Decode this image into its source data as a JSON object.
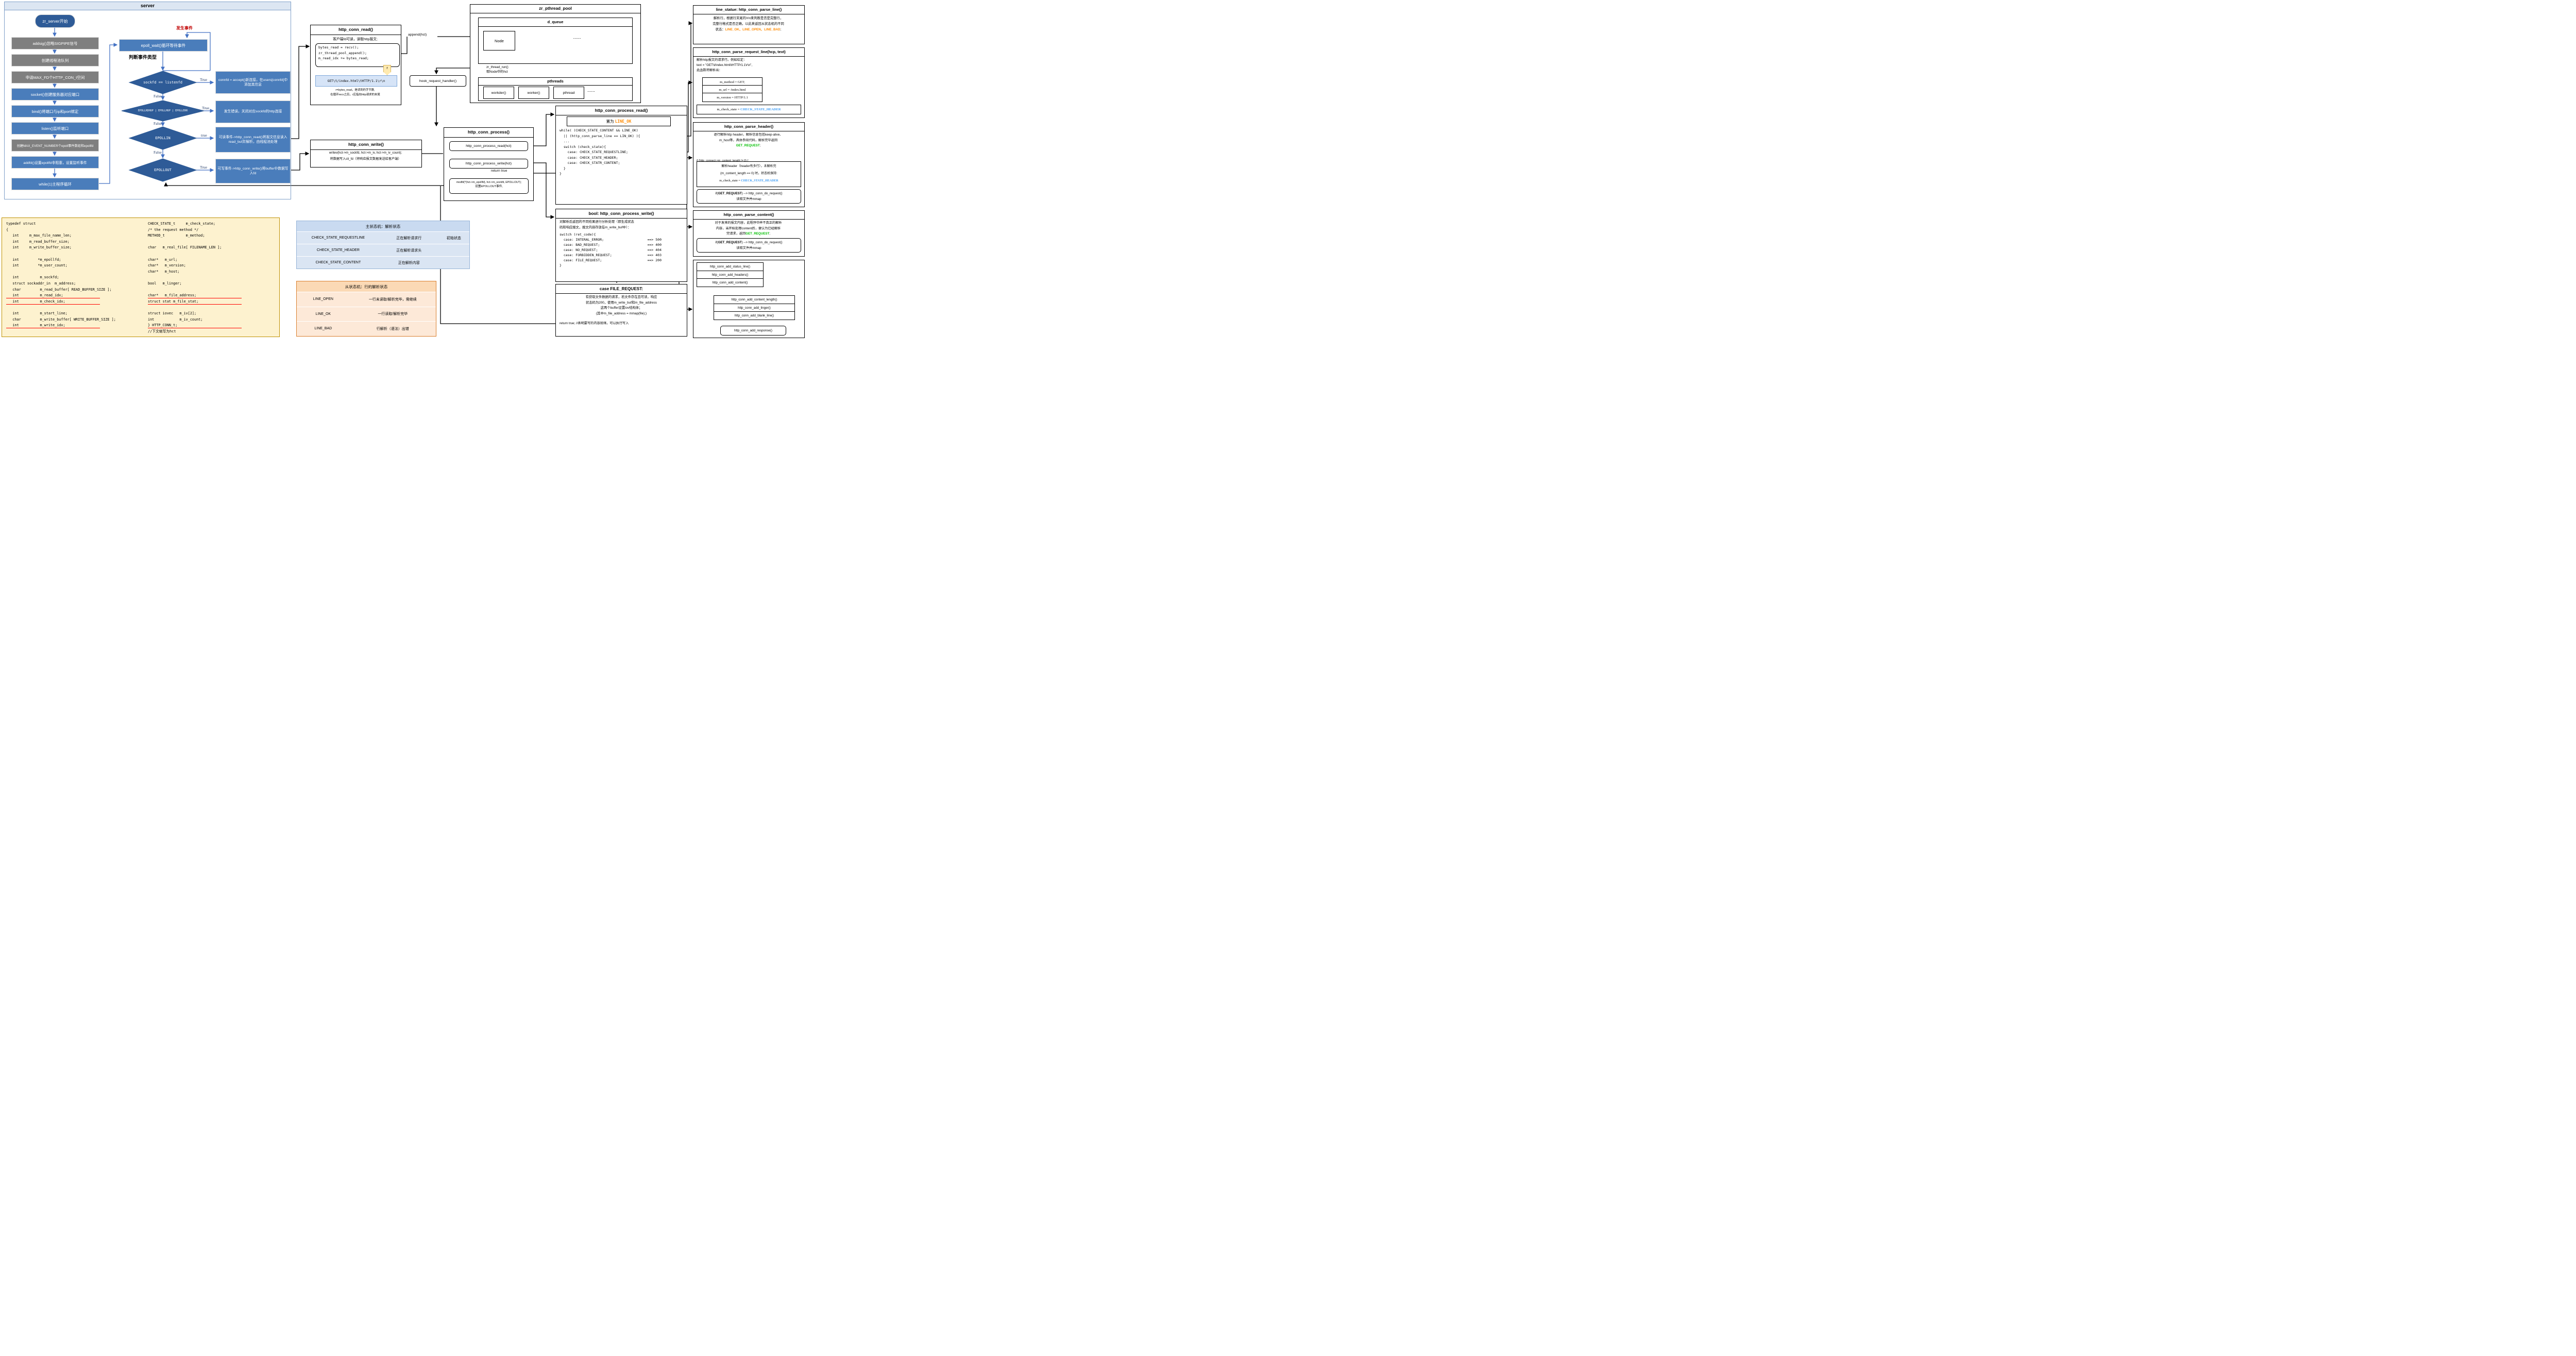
{
  "colors": {
    "accent_blue": "#4472C4",
    "diamond_navy": "#2E5B97",
    "step_gray": "#7F7F7F",
    "orange": "#FF8A00",
    "green": "#00BF00",
    "state_blue": "#3B9BF5",
    "red": "#C00000",
    "struct_bg": "#FDF2CF"
  },
  "server": {
    "title": "server",
    "start": "zr_server开始",
    "steps": [
      {
        "t": "addsig()忽略SIGPIPE信号",
        "style": "gray"
      },
      {
        "t": "创建线程池队列",
        "style": "gray"
      },
      {
        "t": "申请MAX_FD个HTTP_CON_t空间",
        "style": "gray"
      },
      {
        "t": "socket()创建服务器对应端口",
        "style": "blue"
      },
      {
        "t": "bind()将端口与ip和port绑定",
        "style": "blue"
      },
      {
        "t": "listen()监听端口",
        "style": "blue"
      },
      {
        "t": "创建MAX_EVENT_NUMBER个epoll事件数组和epollfd",
        "style": "gray"
      },
      {
        "t": "addfd()设置epollfd非阻塞，设置监听事件",
        "style": "blue"
      },
      {
        "t": "while(1)主程序循环",
        "style": "blue"
      }
    ],
    "event_label": "发生事件",
    "epoll_wait": "epoll_wait()循环等待事件",
    "judge_label": "判断事件类型",
    "diamonds": [
      "sockfd == listenfd",
      "EPOLLRDHUP | EPOLLHUP | EPOLLERR",
      "EPOLLIN",
      "EPOLLOUT"
    ],
    "false_labels": [
      "False",
      "False",
      "False"
    ],
    "true_labels": [
      "True",
      "True",
      "true",
      "True"
    ],
    "true_boxes": [
      "connfd = accept()新连接，在users[connfd]中添加其信息",
      "发生错误，关闭对应sockfd的http连接",
      "可读事件->http_conn_read()将报文信息读入read_buf并解析，由线程池处理",
      "可写事件->http_conn_write()将buffer中数据写入fd"
    ]
  },
  "http_conn_read": {
    "title": "http_conn_read()",
    "line1": "客户端fd可读，读取http报文;",
    "code": [
      "bytes_read = recv();",
      "zr_thread_pool_append();",
      "m_read_idx += bytes_read;"
    ],
    "tag": "r",
    "request": "GET\\t/index.html\\tHTTP/1.1\\r\\n",
    "cap1": "r=bytes_read，是读到的字节数,",
    "cap2": "在循环recv之后，r应指向http请求的末尾"
  },
  "labels": {
    "append": "append(hct)",
    "return_true": "return true",
    "run1": "zr_thread_run()",
    "run2": "取Node中的hct"
  },
  "pool": {
    "title": "zr_pthread_pool",
    "queue": "d_queue",
    "node": "Node",
    "dots1": "......",
    "pthreads": "pthreads",
    "workers": [
      "workder()",
      "worker()",
      "pthread"
    ],
    "dots2": "......"
  },
  "hook": "hook_request_handler()",
  "process": {
    "title": "http_conn_process()",
    "read_btn": "http_conn_process_read(hct)",
    "write_btn": "http_conn_process_write(hct)",
    "modfd1": "modfd(*(hct->m_epollfd), hct->m_sockfd, EPOLLOUT);",
    "modfd2": "设置EPOLLOUT事件,"
  },
  "process_read": {
    "title": "http_conn_process_read()",
    "set_prefix": "置为 ",
    "set_state": "LINE_OK",
    "code": [
      "while( (CHECK_STATE_CONTENT && LINE_OK)",
      "  || (http_conn_parse_line == LIN_OK) ){",
      "  ...",
      "  switch (check_state){",
      "    case: CHECK_STATE_REQUESTLINE;",
      "    case: CHECK_STATE_HEADER;",
      "    case: CHECK_STATR_CONTENT;",
      "  }",
      "}"
    ]
  },
  "process_write": {
    "title": "bool: http_conn_process_write()",
    "desc1": "对解析后返回的不同结果进行分析处理（即生成状态",
    "desc2": "码和响应报文，报文内容存放在m_write_buf中）：",
    "sw_open": "switch (ret_code){",
    "cases": [
      {
        "c": "  case: INTERAL_ERROR;",
        "r": "==> 500"
      },
      {
        "c": "  case: BAD_REQUEST;",
        "r": "==> 400"
      },
      {
        "c": "  case: NO_REQUEST;",
        "r": "==> 404"
      },
      {
        "c": "  case: FORBIDDEN_REQUEST;",
        "r": "==> 403"
      },
      {
        "c": "  case: FILE_REQUEST;",
        "r": "==> 200"
      }
    ],
    "sw_close": "}"
  },
  "file_request": {
    "title": "case FILE_REQUEST:",
    "body": [
      "有获取文件数据的请求，若文件存在且可读，响应",
      "状态码为200，使用m_write_buf和m_file_address",
      "这两个buffer设置iov结构体；",
      "(其中m_file_address = mmap(file);)"
    ],
    "ret": "return true; //表明要写的内容就绪，可以执行写入"
  },
  "http_conn_write": {
    "title": "http_conn_write()",
    "l1": "writev(hct->m_sockfd, hct->m_iv, hct->m_iv_count);",
    "l2": "将数据写入cli_fd（将响应报文数据发送给客户端）"
  },
  "parse_line": {
    "title": "line_statue: http_conn_parse_line()",
    "p1": "解析行，根据行末尾的\\r\\n来判断是否是完整行，",
    "p2": "完整行格式是否正确，以此来返回从状态机的不同",
    "p3a": "状态：",
    "states": "LINE_OK、LINE_OPEN、LINE_BAD",
    "p3b": ";"
  },
  "parse_request_line": {
    "title": "http_conn_parse_request_line(hcp, text)",
    "l1": "解析http报文的请求行。例如给定：",
    "l2": "text = \"GET\\t/index.html\\tHTTP/1.1\\r\\n\",",
    "l3": "此函数将解析出：",
    "f1": "m_method = GET;",
    "f2": "m_url = /index.html",
    "f3": "m_version = HTTP/1.1",
    "f4a": "m_check_state = ",
    "f4b": "CHECK_STATE_HEADER"
  },
  "parse_header": {
    "title": "http_conn_parse_header()",
    "l1": "逐行解析http header，解析信息包括keep-alive、",
    "l2": "m_host等，具体参阅代码，解析完毕返回",
    "l3a": "GET_REQUEST",
    "l3b": ";",
    "if1": "if (http_connect->m_content_length != 0) {",
    "if2a": "  http_connect->m_check_state = ",
    "if2b": "CHECK_STATE_CONETNT",
    "if2c": ";",
    "inner1": "解析header（header有多行），未解析完",
    "inner2": "(m_content_length == 0) 时，状态机保持:",
    "inner3a": "m_check_state = ",
    "inner3b": "CHECK_STATE_HEADER",
    "do1a": "if(",
    "do1b": "GET_REQUEST",
    "do1c": ") --> http_conn_do_request()",
    "do2": "读取文件并mmap"
  },
  "parse_content": {
    "title": "http_conn_parse_content()",
    "l1": "对于发来的报文内容，此程序中并不真正的解析",
    "l2": "内容，当开始处理content后，便认为已经解析",
    "l3a": "完请求，返回",
    "l3b": "GET_REQUEST",
    "l3c": ";",
    "do1a": "if(",
    "do1b": "GET_REQUEST",
    "do1c": ") --> http_conn_do_request()",
    "do2": "读取文件并mmap"
  },
  "adders": {
    "list1": [
      "http_conn_add_status_line()",
      "http_conn_add_headers()",
      "http_conn_add_content()"
    ],
    "list2": [
      "http_conn_add_content_length()",
      "http_conn_add_linger()",
      "http_conn_add_blank_line()"
    ],
    "response": "http_conn_add_response()"
  },
  "struct_box": {
    "left": [
      {
        "t": "typedef struct"
      },
      {
        "t": "{"
      },
      {
        "t": "   int     m_max_file_name_len;"
      },
      {
        "t": "   int     m_read_buffer_size;"
      },
      {
        "t": "   int     m_write_buffer_size;"
      },
      {
        "t": ""
      },
      {
        "t": "   int         *m_epollfd;"
      },
      {
        "t": "   int         *m_user_count;"
      },
      {
        "t": ""
      },
      {
        "t": "   int          m_sockfd;"
      },
      {
        "t": "   struct sockaddr_in  m_address;"
      },
      {
        "t": "   char         m_read_buffer[ READ_BUFFER_SIZE ];"
      },
      {
        "t": "   int          m_read_idx;",
        "u": true
      },
      {
        "t": "   int          m_check_idx;",
        "u": true
      },
      {
        "t": ""
      },
      {
        "t": "   int          m_start_line;"
      },
      {
        "t": "   char         m_write_buffer[ WRITE_BUFFER_SIZE ];"
      },
      {
        "t": "   int          m_write_idx;",
        "u": true
      }
    ],
    "right": [
      {
        "t": "CHECK_STATE_t     m_check_state;"
      },
      {
        "t": "/* the request method */"
      },
      {
        "t": "METHOD_t          m_method;"
      },
      {
        "t": ""
      },
      {
        "t": "char   m_real_file[ FILENAME_LEN ];"
      },
      {
        "t": ""
      },
      {
        "t": "char*   m_url;"
      },
      {
        "t": "char*   m_version;"
      },
      {
        "t": "char*   m_host;"
      },
      {
        "t": ""
      },
      {
        "t": "bool   m_linger;"
      },
      {
        "t": ""
      },
      {
        "t": "char*   m_file_address;",
        "u": true
      },
      {
        "t": "struct stat m_file_stat;",
        "u": true
      },
      {
        "t": ""
      },
      {
        "t": "struct iovec   m_iv[2];"
      },
      {
        "t": "int            m_iv_count;"
      },
      {
        "t": "} HTTP_CONN_t;",
        "u": true
      },
      {
        "t": "//下文缩写为hct"
      }
    ]
  },
  "tables": {
    "main": {
      "title": "主状态机：解析状态",
      "rows": [
        [
          "CHECK_STATE_REQUESTLINE",
          "正在解析请求行",
          "初始状态"
        ],
        [
          "CHECK_STATE_HEADER",
          "正在解析请求头",
          ""
        ],
        [
          "CHECK_STATE_CONTENT",
          "正在解析内容",
          ""
        ]
      ]
    },
    "sub": {
      "title": "从状态机：行的解析状态",
      "rows": [
        [
          "LINE_OPEN",
          "一行未读取/解析完毕，需继续"
        ],
        [
          "LINE_OK",
          "一行读取/解析完毕"
        ],
        [
          "LINE_BAD",
          "行解析（语法）出错"
        ]
      ]
    }
  }
}
